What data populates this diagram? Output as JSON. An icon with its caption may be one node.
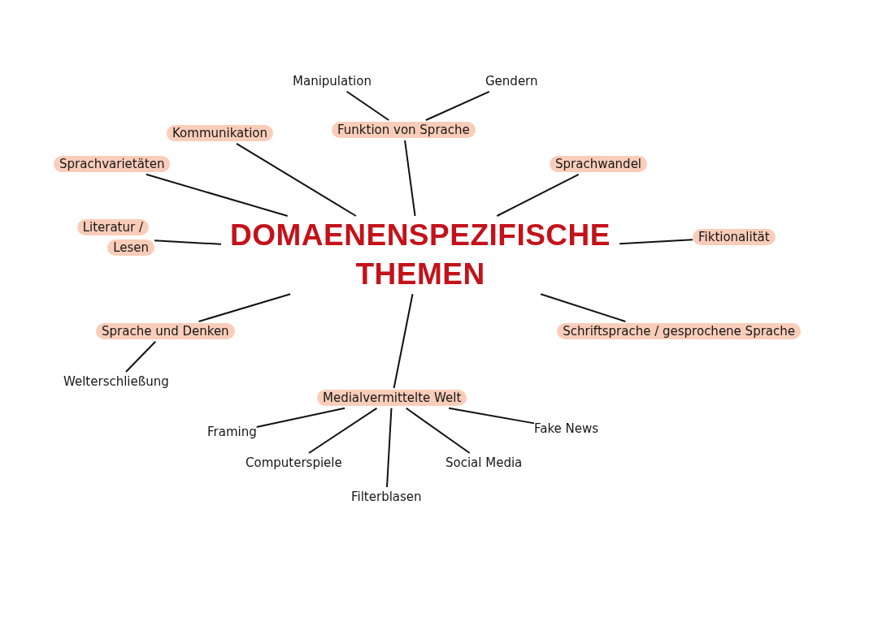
{
  "diagram": {
    "nodes": [
      {
        "text": [
          "DOMAENENSPEZIFISCHE THEMEN"
        ]
      },
      {
        "text": [
          "Manipulation"
        ]
      },
      {
        "text": [
          "Gendern"
        ]
      },
      {
        "text": [
          "Funktion von Sprache"
        ]
      },
      {
        "text": [
          "Kommunikation"
        ]
      },
      {
        "text": [
          "Sprachvarietäten"
        ]
      },
      {
        "text": [
          "Sprachwandel"
        ]
      },
      {
        "text": [
          "Literatur / Lesen"
        ]
      },
      {
        "text": [
          "Fiktionalität"
        ]
      },
      {
        "text": [
          "Sprache und Denken"
        ]
      },
      {
        "text": [
          "Welterschließung"
        ]
      },
      {
        "text": [
          "Schriftsprache / gesprochene Sprache"
        ]
      },
      {
        "text": [
          "Medialvermittelte Welt"
        ]
      },
      {
        "text": [
          "Framing"
        ]
      },
      {
        "text": [
          "Computerspiele"
        ]
      },
      {
        "text": [
          "Filterblasen"
        ]
      },
      {
        "text": [
          "Social Media"
        ]
      },
      {
        "text": [
          "Fake News"
        ]
      }
    ],
    "edges": [
      {
        "from": 0,
        "to": 3,
        "arrow": "none"
      },
      {
        "from": 3,
        "to": 1,
        "arrow": "none"
      },
      {
        "from": 3,
        "to": 2,
        "arrow": "none"
      },
      {
        "from": 0,
        "to": 4,
        "arrow": "none"
      },
      {
        "from": 0,
        "to": 5,
        "arrow": "none"
      },
      {
        "from": 0,
        "to": 6,
        "arrow": "none"
      },
      {
        "from": 0,
        "to": 7,
        "arrow": "none"
      },
      {
        "from": 0,
        "to": 8,
        "arrow": "none"
      },
      {
        "from": 0,
        "to": 9,
        "arrow": "none"
      },
      {
        "from": 9,
        "to": 10,
        "arrow": "none"
      },
      {
        "from": 0,
        "to": 11,
        "arrow": "none"
      },
      {
        "from": 0,
        "to": 12,
        "arrow": "none"
      },
      {
        "from": 12,
        "to": 13,
        "arrow": "none"
      },
      {
        "from": 12,
        "to": 14,
        "arrow": "none"
      },
      {
        "from": 12,
        "to": 15,
        "arrow": "none"
      },
      {
        "from": 12,
        "to": 16,
        "arrow": "none"
      },
      {
        "from": 12,
        "to": 17,
        "arrow": "none"
      }
    ]
  }
}
